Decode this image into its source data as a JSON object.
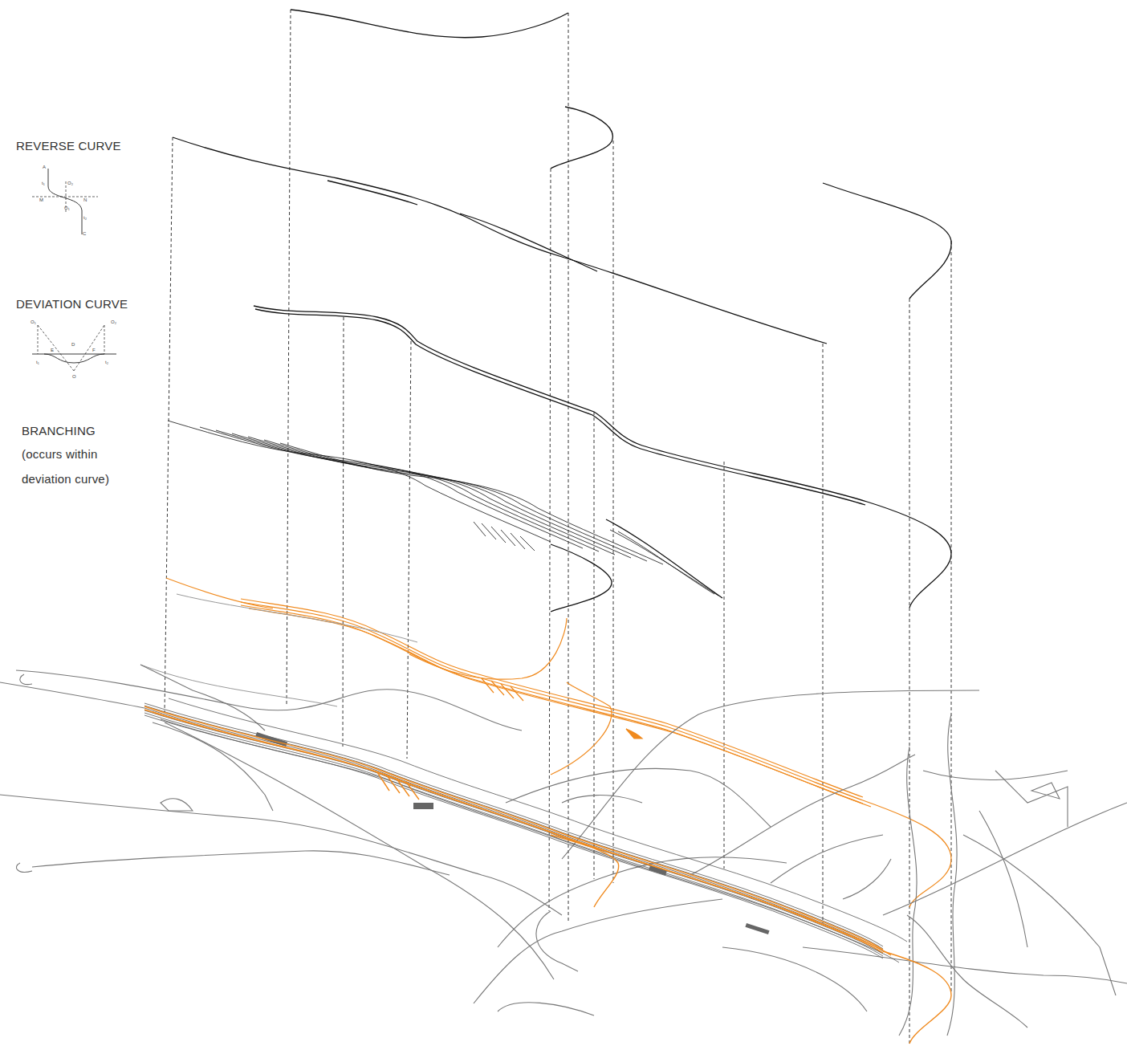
{
  "diagram": {
    "labels": [
      "REVERSE CURVE",
      "A",
      "t₁",
      "O₂",
      "M",
      "O₁",
      "N",
      "t₂",
      "C",
      "DEVIATION CURVE",
      "O₁",
      "O₂",
      "E",
      "D",
      "F",
      "t₁",
      "t₂",
      "O",
      "BRANCHING",
      "(occurs within deviation curve)"
    ]
  }
}
